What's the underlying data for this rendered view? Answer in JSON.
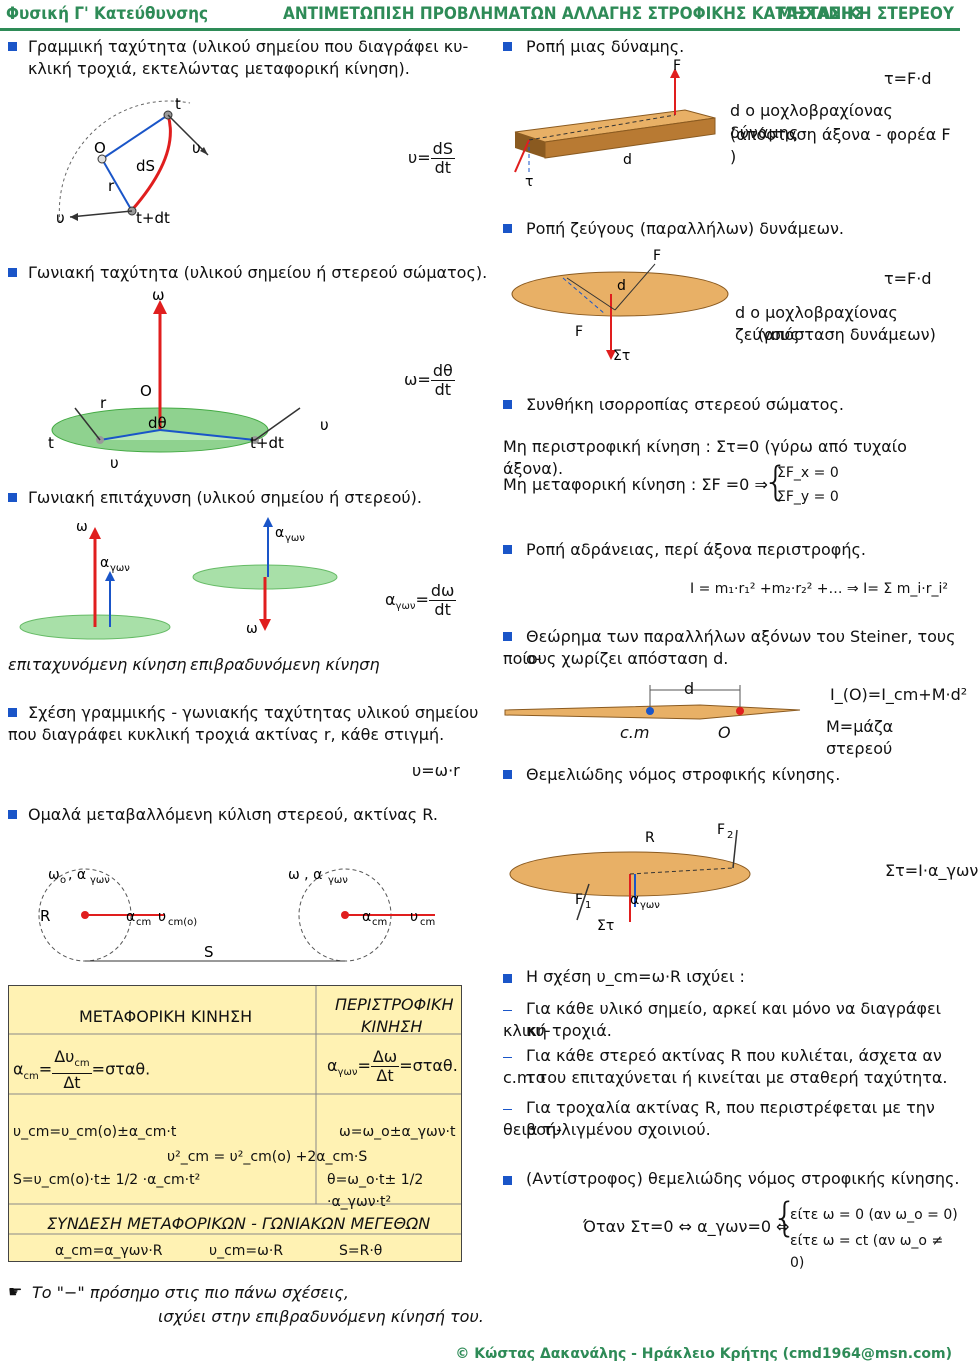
{
  "header": {
    "left": "Φυσική Γ' Κατεύθυνσης",
    "center": "ΑΝΤΙΜΕΤΩΠΙΣΗ ΠΡΟΒΛΗΜΑΤΩΝ ΑΛΛΑΓΗΣ ΣΤΡΟΦΙΚΗΣ ΚΑΤΑΣΤΑΣΗΣ",
    "right": "ΜΗΧΑΝΙΚΗ ΣΤΕΡΕΟΥ",
    "color": "#2e8b57"
  },
  "left": {
    "b1_line1": "Γραμμική ταχύτητα (υλικού σημείου που διαγράφει κυ-",
    "b1_line2": "κλική τροχιά, εκτελώντας μεταφορική κίνηση).",
    "b1_formula_lhs": "υ=",
    "b1_formula_num": "dS",
    "b1_formula_den": "dt",
    "b2": "Γωνιακή ταχύτητα (υλικού σημείου ή στερεού σώματος).",
    "b2_formula_lhs": "ω=",
    "b2_formula_num": "dθ",
    "b2_formula_den": "dt",
    "b3": "Γωνιακή επιτάχυνση (υλικού σημείου ή στερεού).",
    "b3_formula_lhs": "α",
    "b3_formula_sub": "γων",
    "b3_formula_eq": "=",
    "b3_formula_num": "dω",
    "b3_formula_den": "dt",
    "accel_label": "επιταχυνόμενη κίνηση",
    "decel_label": "επιβραδυνόμενη κίνηση",
    "b4_line1": "Σχέση γραμμικής - γωνιακής ταχύτητας υλικού σημείου",
    "b4_line2": "που διαγράφει κυκλική τροχιά ακτίνας r, κάθε στιγμή.",
    "b4_formula": "υ=ω·r",
    "b5": "Ομαλά μεταβαλλόμενη κύλιση στερεού, ακτίνας R.",
    "note_line1": "Το \"−\" πρόσημο στις πιο πάνω σχέσεις,",
    "note_line2": "ισχύει στην επιβραδυνόμενη κίνησή του."
  },
  "diagram_labels": {
    "O": "O",
    "t": "t",
    "dS": "dS",
    "r": "r",
    "u": "υ",
    "tdt": "t+dt",
    "omega": "ω",
    "dtheta": "dθ",
    "agon": "α",
    "agon_sub": "γων",
    "R": "R",
    "acm": "α",
    "cm": "cm",
    "ucm": "υ",
    "cm0": "cm(o)",
    "omega0": "ω",
    "o_sub": "o",
    "S": "S"
  },
  "table": {
    "col1_header": "ΜΕΤΑΦΟΡΙΚΗ ΚΙΝΗΣΗ",
    "col2_header_1": "ΠΕΡΙΣΤΡΟΦΙΚΗ",
    "col2_header_2": "ΚΙΝΗΣΗ",
    "r1_left": "α",
    "r1_left_sub": "cm",
    "r1_left_num": "Δυ",
    "r1_left_num_sub": "cm",
    "r1_left_den": "Δt",
    "r1_left_tail": "=σταθ.",
    "r1_right": "α",
    "r1_right_sub": "γων",
    "r1_right_num": "Δω",
    "r1_right_den": "Δt",
    "r1_right_tail": "=σταθ.",
    "r2_left": "υ_cm=υ_cm(o)±α_cm·t",
    "r2_mid": "υ²_cm = υ²_cm(o) +2α_cm·S",
    "r2_right": "ω=ω_o±α_γων·t",
    "r3_left": "S=υ_cm(o)·t± 1/2 ·α_cm·t²",
    "r3_right": "θ=ω_o·t± 1/2 ·α_γων·t²",
    "link_header": "ΣΥΝΔΕΣΗ ΜΕΤΑΦΟΡΙΚΩΝ - ΓΩΝΙΑΚΩΝ ΜΕΓΕΘΩΝ",
    "link1": "α_cm=α_γων·R",
    "link2": "υ_cm=ω·R",
    "link3": "S=R·θ"
  },
  "right": {
    "b1": "Ροπή μιας δύναμης.",
    "b1_formula": "τ=F·d",
    "b1_desc1": "d ο μοχλοβραχίονας δύναμης",
    "b1_desc2": "(απόσταση άξονα - φορέα F )",
    "b2": "Ροπή ζεύγους (παραλλήλων) δυνάμεων.",
    "b2_formula": "τ=F·d",
    "b2_desc1": "d ο μοχλοβραχίονας ζεύγους",
    "b2_desc2": "(απόσταση δυνάμεων)",
    "b3": "Συνθήκη ισορροπίας στερεού σώματος.",
    "b3_line1": "Μη περιστροφική κίνηση : Στ=0 (γύρω από τυχαίο άξονα).",
    "b3_line2": "Μη μεταφορική κίνηση : ΣF =0 ⇒",
    "b3_sys1": "ΣF_x = 0",
    "b3_sys2": "ΣF_y = 0",
    "b4": "Ροπή αδράνειας, περί άξονα περιστροφής.",
    "b4_formula": "I = m₁·r₁² +m₂·r₂² +…  ⇒ I= Σ m_i·r_i²",
    "b5_line1": "Θεώρημα των παραλλήλων αξόνων του Steiner, τους ο-",
    "b5_line2": "ποίους χωρίζει απόσταση d.",
    "b5_formula": "I_(O)=I_cm+M·d²",
    "b5_desc": "M=μάζα στερεού",
    "cm_label": "c.m",
    "O_label": "O",
    "d_label": "d",
    "b6": "Θεμελιώδης νόμος στροφικής κίνησης.",
    "b6_formula": "Στ=I·α_γων",
    "R_label": "R",
    "F1": "F₁",
    "F2": "F₂",
    "St": "Στ",
    "b7": "Η σχέση υ_cm=ω·R ισχύει :",
    "d1_line1": "Για κάθε υλικό σημείο, αρκεί και μόνο να διαγράφει κυ-",
    "d1_line2": "κλική τροχιά.",
    "d2_line1": "Για κάθε στερεό ακτίνας R που κυλιέται, άσχετα αν το",
    "d2_line2": "c.m του επιταχύνεται ή κινείται με σταθερή ταχύτητα.",
    "d3_line1": "Για τροχαλία ακτίνας R, που περιστρέφεται με την βοή-",
    "d3_line2": "θεια τυλιγμένου σχοινιού.",
    "b8": "(Αντίστροφος) θεμελιώδης νόμος στροφικής κίνησης.",
    "b8_formula": "Όταν Στ=0 ⇔ α_γων=0 ⇔",
    "b8_case1": "είτε ω = 0 (αν ω_o = 0)",
    "b8_case2": "είτε ω = ct (αν ω_o ≠ 0)"
  },
  "footer": "© Κώστας Δακανάλης - Ηράκλειο Κρήτης (cmd1964@msn.com)",
  "colors": {
    "accent_blue": "#1a55c8",
    "red": "#e01e1e",
    "green": "#2e8b57",
    "table_bg": "#fff2b3"
  }
}
